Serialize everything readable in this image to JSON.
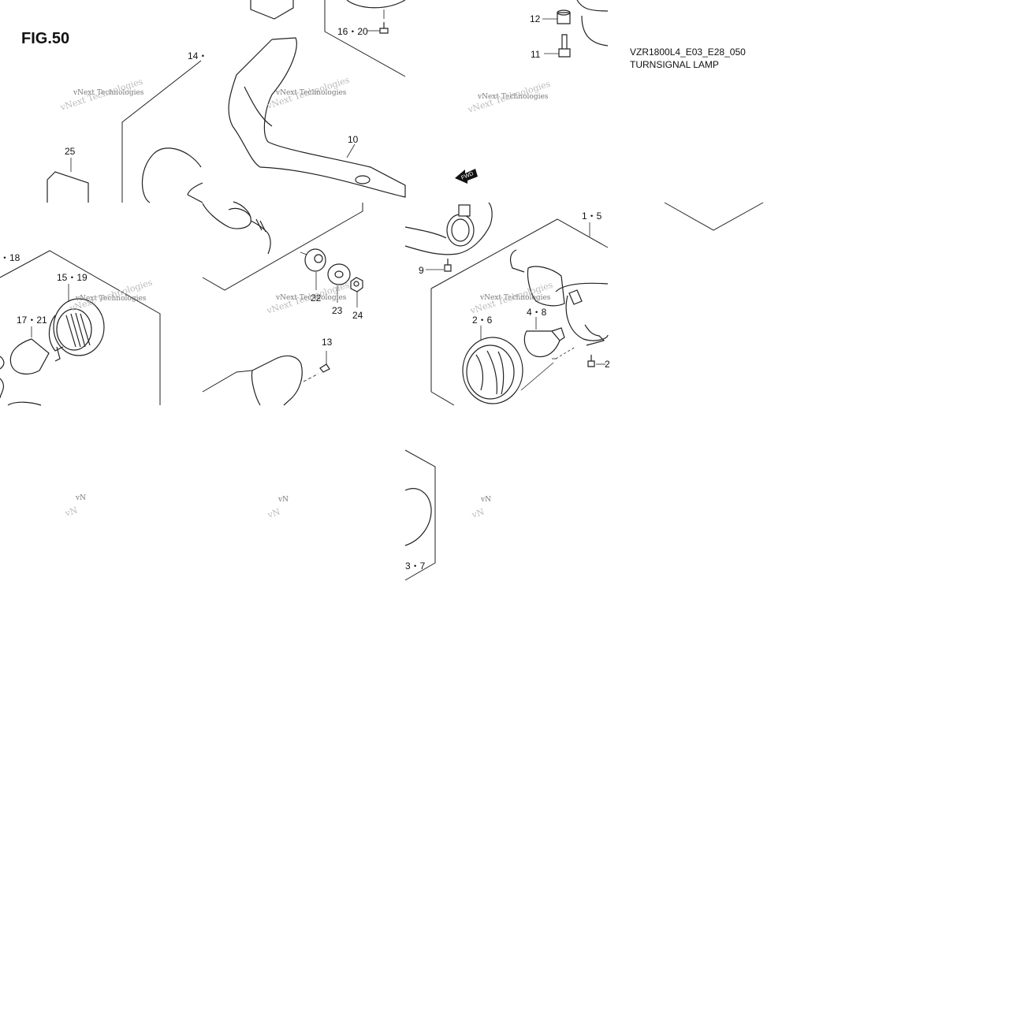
{
  "header": {
    "figure": "FIG.50",
    "model_code": "VZR1800L4_E03_E28_050",
    "section_title": "TURNSIGNAL LAMP"
  },
  "watermark": {
    "text": "vNext Technologies",
    "truncated": "vN"
  },
  "arrow_label": "FWD",
  "callouts": [
    {
      "id": "c-14",
      "text": "14・"
    },
    {
      "id": "c-25",
      "text": "25"
    },
    {
      "id": "c-10",
      "text": "10"
    },
    {
      "id": "c-16-20",
      "text": "16・20"
    },
    {
      "id": "c-12",
      "text": "12"
    },
    {
      "id": "c-11",
      "text": "11"
    },
    {
      "id": "c-18",
      "text": "・18"
    },
    {
      "id": "c-15-19",
      "text": "15・19"
    },
    {
      "id": "c-17-21",
      "text": "17・21"
    },
    {
      "id": "c-22",
      "text": "22"
    },
    {
      "id": "c-23",
      "text": "23"
    },
    {
      "id": "c-24",
      "text": "24"
    },
    {
      "id": "c-13",
      "text": "13"
    },
    {
      "id": "c-1-5",
      "text": "1・5"
    },
    {
      "id": "c-9",
      "text": "9"
    },
    {
      "id": "c-2-6",
      "text": "2・6"
    },
    {
      "id": "c-4-8",
      "text": "4・8"
    },
    {
      "id": "c-3-7",
      "text": "3・7"
    },
    {
      "id": "c-2-trunc",
      "text": "2"
    }
  ]
}
